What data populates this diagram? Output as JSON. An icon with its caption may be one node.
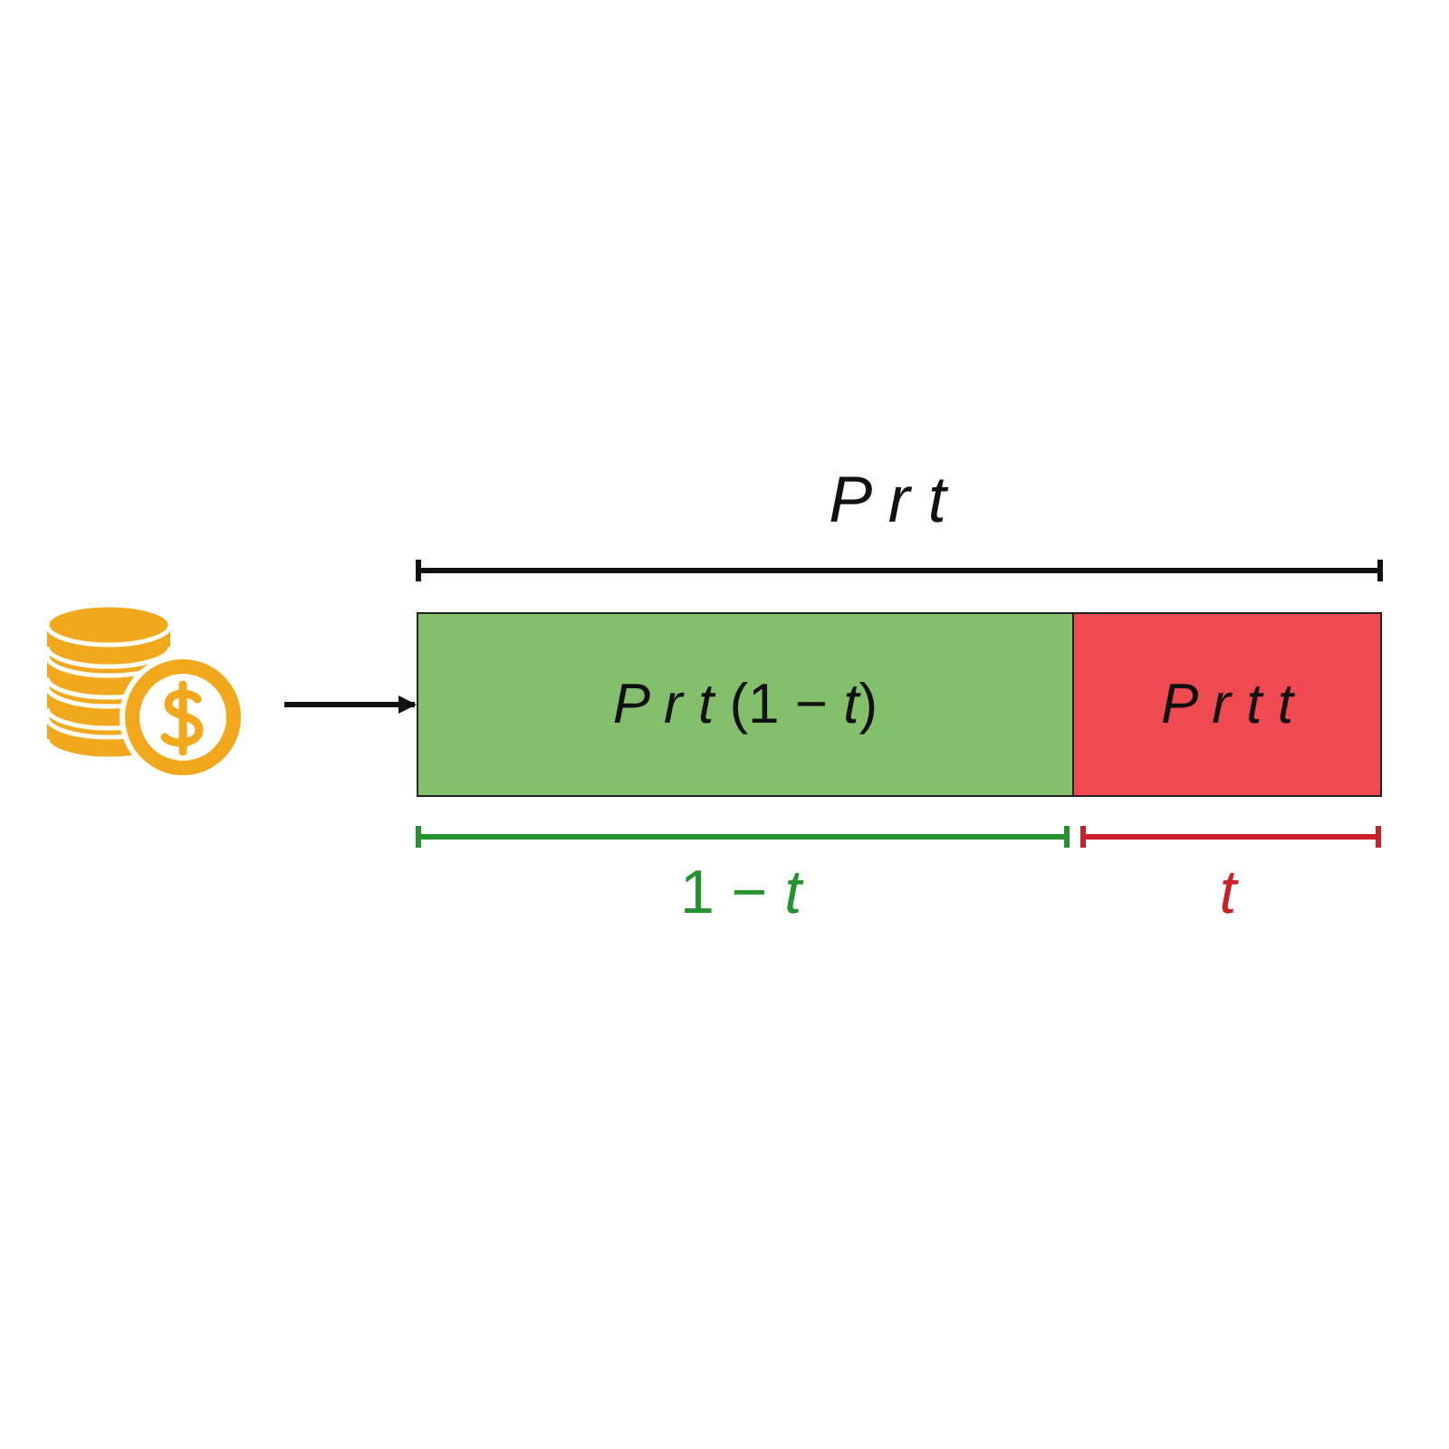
{
  "diagram": {
    "nodes": [
      {
        "text": [],
        "shape": "picture"
      },
      {
        "text": [
          "*P r t* (1 − *t*)"
        ]
      },
      {
        "text": [
          "P r t t"
        ]
      }
    ],
    "edges": [
      {
        "from": 0,
        "to": 1,
        "arrow": "to"
      }
    ],
    "labels": [
      "P r t",
      "1 − *t*",
      "t"
    ]
  }
}
